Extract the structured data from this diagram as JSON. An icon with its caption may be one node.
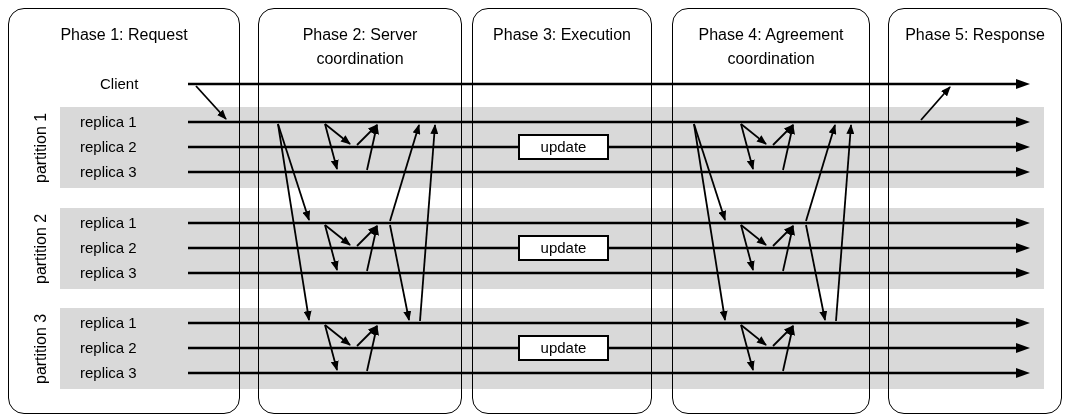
{
  "diagram": {
    "nodes": [
      {
        "text": [
          "partition 1"
        ]
      },
      {
        "text": [
          "partition 2"
        ]
      },
      {
        "text": [
          "partition 3"
        ]
      },
      {
        "text": [],
        "shape": "bar",
        "beside": [
          "Client"
        ]
      },
      {
        "text": [],
        "shape": "bar",
        "beside": [
          "replica 1"
        ],
        "in": 0
      },
      {
        "text": [],
        "shape": "bar",
        "beside": [
          "replica 2"
        ],
        "in": 0
      },
      {
        "text": [],
        "shape": "bar",
        "beside": [
          "replica 3"
        ],
        "in": 0
      },
      {
        "text": [],
        "shape": "bar",
        "beside": [
          "replica 1"
        ],
        "in": 1
      },
      {
        "text": [],
        "shape": "bar",
        "beside": [
          "replica 2"
        ],
        "in": 1
      },
      {
        "text": [],
        "shape": "bar",
        "beside": [
          "replica 3"
        ],
        "in": 1
      },
      {
        "text": [],
        "shape": "bar",
        "beside": [
          "replica 1"
        ],
        "in": 2
      },
      {
        "text": [],
        "shape": "bar",
        "beside": [
          "replica 2"
        ],
        "in": 2
      },
      {
        "text": [],
        "shape": "bar",
        "beside": [
          "replica 3"
        ],
        "in": 2
      },
      {
        "text": [
          "update"
        ],
        "in": 0
      },
      {
        "text": [
          "update"
        ],
        "in": 1
      },
      {
        "text": [
          "update"
        ],
        "in": 2
      }
    ],
    "edges": [
      {
        "from": 3,
        "to": 4,
        "arrow": "to"
      },
      {
        "from": 4,
        "to": 7,
        "arrow": "to"
      },
      {
        "from": 4,
        "to": 10,
        "arrow": "to"
      },
      {
        "from": 4,
        "to": 5,
        "arrow": "to"
      },
      {
        "from": 4,
        "to": 6,
        "arrow": "to"
      },
      {
        "from": 5,
        "to": 4,
        "arrow": "to"
      },
      {
        "from": 6,
        "to": 4,
        "arrow": "to"
      },
      {
        "from": 7,
        "to": 8,
        "arrow": "to"
      },
      {
        "from": 7,
        "to": 9,
        "arrow": "to"
      },
      {
        "from": 8,
        "to": 7,
        "arrow": "to"
      },
      {
        "from": 9,
        "to": 7,
        "arrow": "to"
      },
      {
        "from": 10,
        "to": 11,
        "arrow": "to"
      },
      {
        "from": 10,
        "to": 12,
        "arrow": "to"
      },
      {
        "from": 11,
        "to": 10,
        "arrow": "to"
      },
      {
        "from": 12,
        "to": 10,
        "arrow": "to"
      },
      {
        "from": 7,
        "to": 4,
        "arrow": "to"
      },
      {
        "from": 7,
        "to": 10,
        "arrow": "to"
      },
      {
        "from": 10,
        "to": 4,
        "arrow": "to"
      },
      {
        "from": 4,
        "to": 7,
        "arrow": "to"
      },
      {
        "from": 4,
        "to": 10,
        "arrow": "to"
      },
      {
        "from": 4,
        "to": 5,
        "arrow": "to"
      },
      {
        "from": 4,
        "to": 6,
        "arrow": "to"
      },
      {
        "from": 5,
        "to": 4,
        "arrow": "to"
      },
      {
        "from": 6,
        "to": 4,
        "arrow": "to"
      },
      {
        "from": 7,
        "to": 8,
        "arrow": "to"
      },
      {
        "from": 7,
        "to": 9,
        "arrow": "to"
      },
      {
        "from": 8,
        "to": 7,
        "arrow": "to"
      },
      {
        "from": 9,
        "to": 7,
        "arrow": "to"
      },
      {
        "from": 10,
        "to": 11,
        "arrow": "to"
      },
      {
        "from": 10,
        "to": 12,
        "arrow": "to"
      },
      {
        "from": 11,
        "to": 10,
        "arrow": "to"
      },
      {
        "from": 12,
        "to": 10,
        "arrow": "to"
      },
      {
        "from": 7,
        "to": 4,
        "arrow": "to"
      },
      {
        "from": 7,
        "to": 10,
        "arrow": "to"
      },
      {
        "from": 10,
        "to": 4,
        "arrow": "to"
      },
      {
        "from": 4,
        "to": 3,
        "arrow": "to"
      }
    ],
    "labels": [
      "Phase 1: Request",
      "Phase 2: Server coordination",
      "Phase 3: Execution",
      "Phase 4: Agreement coordination",
      "Phase 5: Response"
    ]
  }
}
